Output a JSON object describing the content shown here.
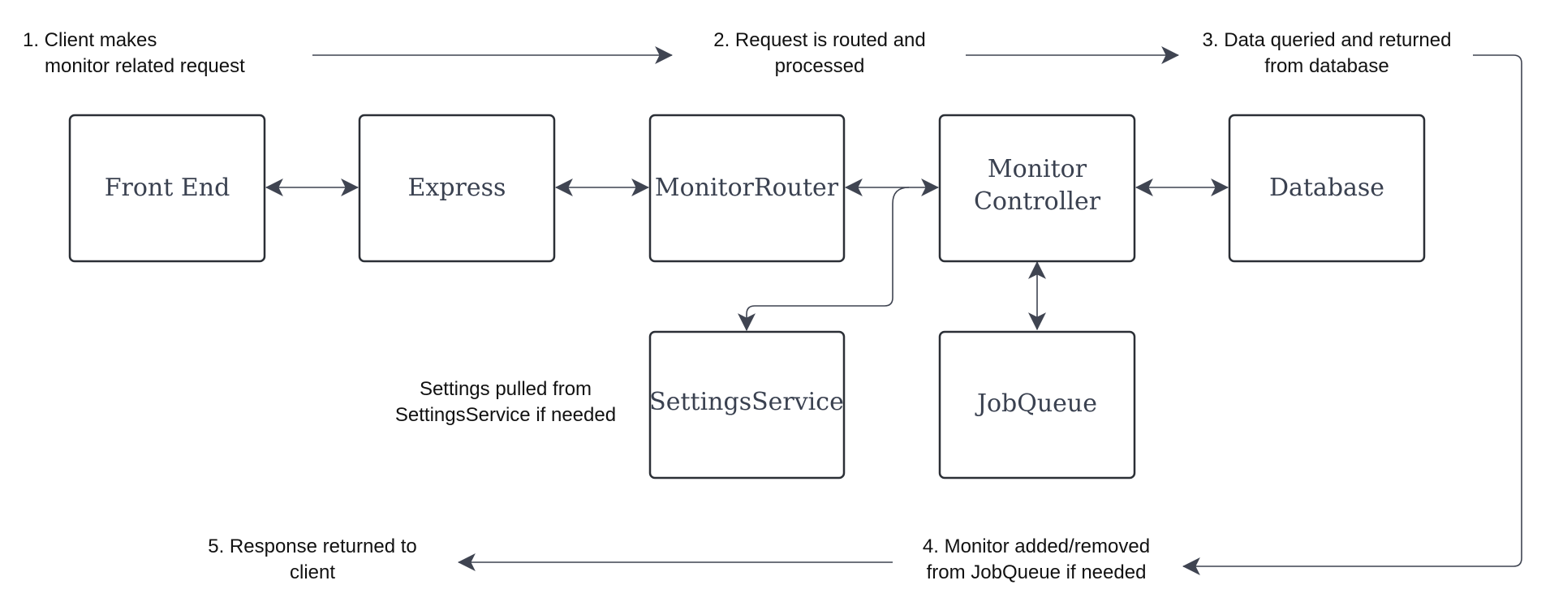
{
  "nodes": {
    "front_end": "Front End",
    "express": "Express",
    "monitor_router": "MonitorRouter",
    "monitor_controller": [
      "Monitor",
      "Controller"
    ],
    "database": "Database",
    "settings_service": "SettingsService",
    "job_queue": "JobQueue"
  },
  "steps": {
    "step1": [
      "1.  Client makes",
      "monitor related request"
    ],
    "step2": [
      "2.  Request is routed and",
      "processed"
    ],
    "step3": [
      "3. Data queried and returned",
      "from database"
    ],
    "step4": [
      "4.  Monitor added/removed",
      "from JobQueue if needed"
    ],
    "step5": [
      "5.  Response returned to",
      "client"
    ],
    "settings_note": [
      "Settings pulled from",
      "SettingsService if needed"
    ]
  },
  "colors": {
    "box_stroke": "#2b2f36",
    "arrow": "#3f4451",
    "node_text": "#3a4150",
    "step_text": "#111111"
  }
}
